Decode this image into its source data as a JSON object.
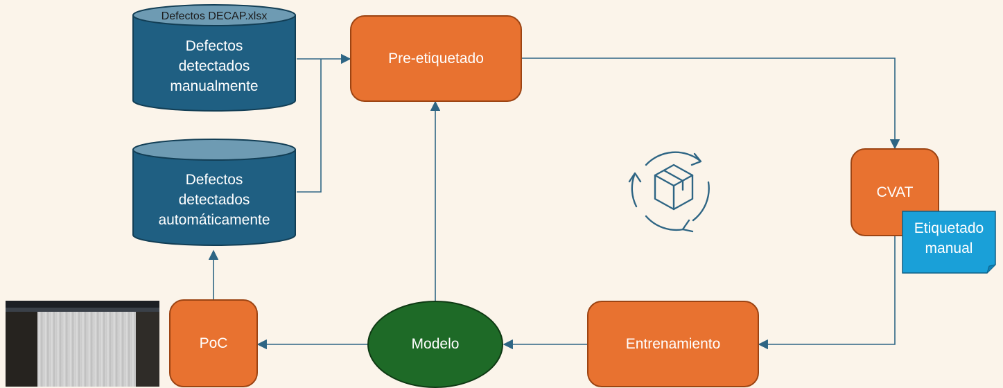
{
  "nodes": {
    "manual_db": {
      "header": "Defectos DECAP.xlsx",
      "lines": [
        "Defectos",
        "detectados",
        "manualmente"
      ]
    },
    "auto_db": {
      "lines": [
        "Defectos",
        "detectados",
        "automáticamente"
      ]
    },
    "pre_etiquetado": "Pre-etiquetado",
    "cvat": "CVAT",
    "etiquetado_manual": [
      "Etiquetado",
      "manual"
    ],
    "entrenamiento": "Entrenamiento",
    "modelo": "Modelo",
    "poc": "PoC"
  },
  "icons": {
    "cycle": "package-cycle-icon",
    "thumbnail": "inspection-screenshot-thumbnail"
  },
  "colors": {
    "background": "#fbf4ea",
    "process": "#e87230",
    "database": "#1f5f82",
    "database_top": "#6e9bb3",
    "model": "#1e6a27",
    "note": "#1aa0d8",
    "connector": "#2e6584"
  }
}
